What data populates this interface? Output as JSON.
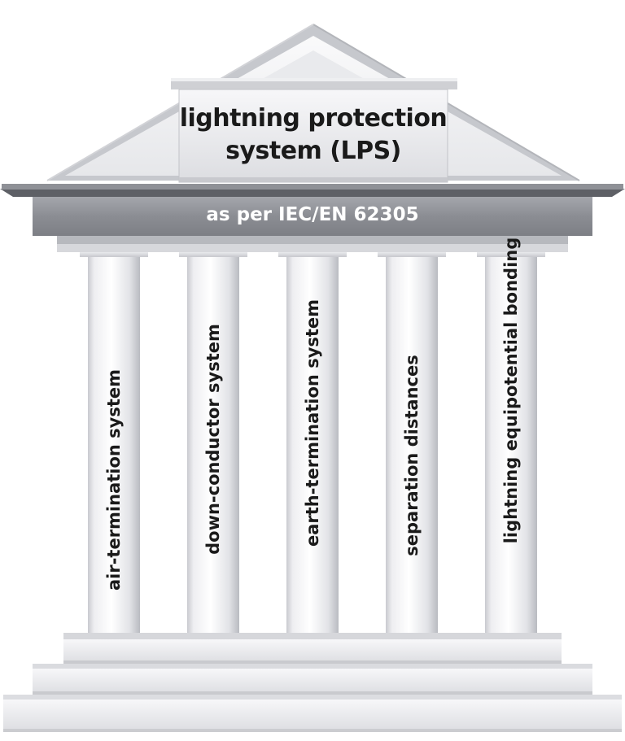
{
  "title": {
    "line1": "lightning protection",
    "line2": "system (LPS)"
  },
  "subtitle": "as per IEC/EN 62305",
  "pillars": [
    {
      "label": "air-termination system"
    },
    {
      "label": "down-conductor system"
    },
    {
      "label": "earth-termination system"
    },
    {
      "label": "separation distances"
    },
    {
      "label": "lightning equipotential bonding"
    }
  ],
  "colors": {
    "stone_light": "#f4f4f6",
    "stone_mid": "#d9d9dd",
    "stone_dark": "#9a9ca2",
    "beam": "#8e9096",
    "text": "#1a1a1a"
  }
}
